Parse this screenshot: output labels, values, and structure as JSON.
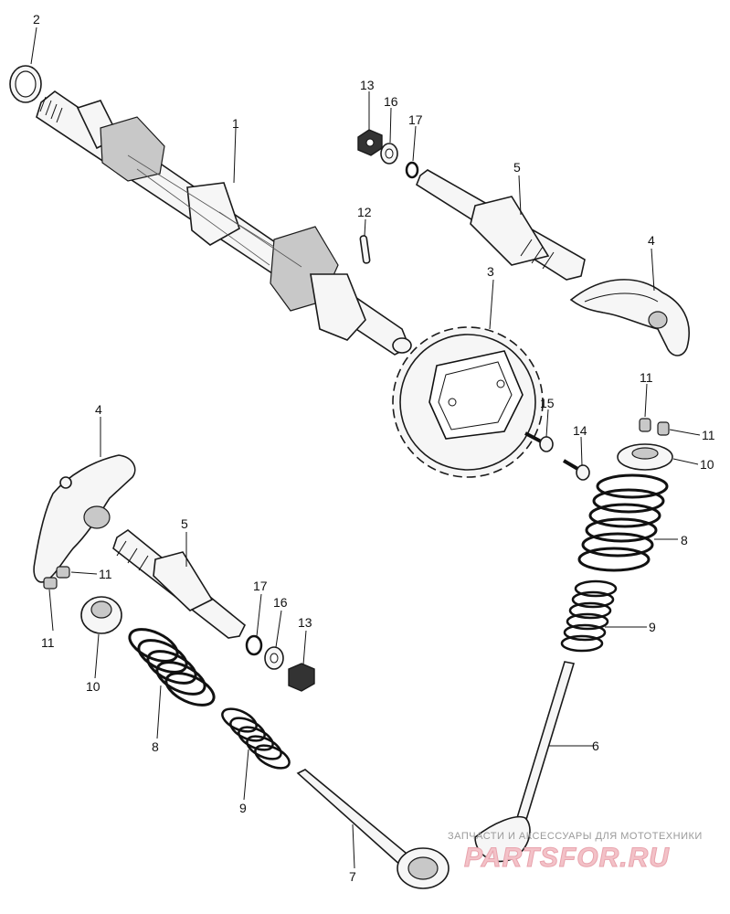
{
  "labels": [
    {
      "id": "2",
      "text": "2"
    },
    {
      "id": "1",
      "text": "1"
    },
    {
      "id": "13a",
      "text": "13"
    },
    {
      "id": "16a",
      "text": "16"
    },
    {
      "id": "17a",
      "text": "17"
    },
    {
      "id": "5a",
      "text": "5"
    },
    {
      "id": "12",
      "text": "12"
    },
    {
      "id": "4a",
      "text": "4"
    },
    {
      "id": "3",
      "text": "3"
    },
    {
      "id": "11a",
      "text": "11"
    },
    {
      "id": "11b",
      "text": "11"
    },
    {
      "id": "15",
      "text": "15"
    },
    {
      "id": "14",
      "text": "14"
    },
    {
      "id": "10a",
      "text": "10"
    },
    {
      "id": "4b",
      "text": "4"
    },
    {
      "id": "8a",
      "text": "8"
    },
    {
      "id": "5b",
      "text": "5"
    },
    {
      "id": "11c",
      "text": "11"
    },
    {
      "id": "11d",
      "text": "11"
    },
    {
      "id": "9a",
      "text": "9"
    },
    {
      "id": "17b",
      "text": "17"
    },
    {
      "id": "16b",
      "text": "16"
    },
    {
      "id": "13b",
      "text": "13"
    },
    {
      "id": "10b",
      "text": "10"
    },
    {
      "id": "6",
      "text": "6"
    },
    {
      "id": "8b",
      "text": "8"
    },
    {
      "id": "9b",
      "text": "9"
    },
    {
      "id": "7",
      "text": "7"
    }
  ],
  "watermark": {
    "tagline": "ЗАПЧАСТИ И АКСЕССУАРЫ ДЛЯ МОТОТЕХНИКИ",
    "brand": "PARTSFOR.RU"
  }
}
